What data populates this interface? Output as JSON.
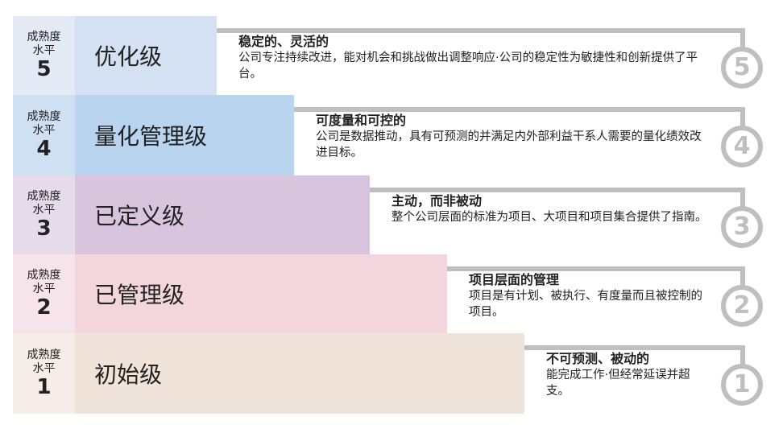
{
  "levels": [
    {
      "label": "成熟度",
      "label2": "水平",
      "num": "5",
      "name": "优化级",
      "title": "稳定的、灵活的",
      "desc": "公司专注持续改进，能对机会和挑战做出调整响应·公司的稳定性为敏捷性和创新提供了平台。",
      "circle": "5",
      "left_color": "#e3eaf6",
      "color": "#d4e1f3"
    },
    {
      "label": "成熟度",
      "label2": "水平",
      "num": "4",
      "name": "量化管理级",
      "title": "可度量和可控的",
      "desc": "公司是数据推动，具有可预测的并满足内外部利益干系人需要的量化绩效改进目标。",
      "circle": "4",
      "left_color": "#d0e0f3",
      "color": "#b8d4ee"
    },
    {
      "label": "成熟度",
      "label2": "水平",
      "num": "3",
      "name": "已定义级",
      "title": "主动，而非被动",
      "desc": "整个公司层面的标准为项目、大项目和项目集合提供了指南。",
      "circle": "3",
      "left_color": "#e5dbea",
      "color": "#d9c4de"
    },
    {
      "label": "成熟度",
      "label2": "水平",
      "num": "2",
      "name": "已管理级",
      "title": "项目层面的管理",
      "desc": "项目是有计划、被执行、有度量而且被控制的项目。",
      "circle": "2",
      "left_color": "#f6e4ea",
      "color": "#f3d5de"
    },
    {
      "label": "成熟度",
      "label2": "水平",
      "num": "1",
      "name": "初始级",
      "title": "不可预测、被动的",
      "desc": "能完成工作·但经常延误并超支。",
      "circle": "1",
      "left_color": "#f7ede8",
      "color": "#f0e4da"
    }
  ]
}
